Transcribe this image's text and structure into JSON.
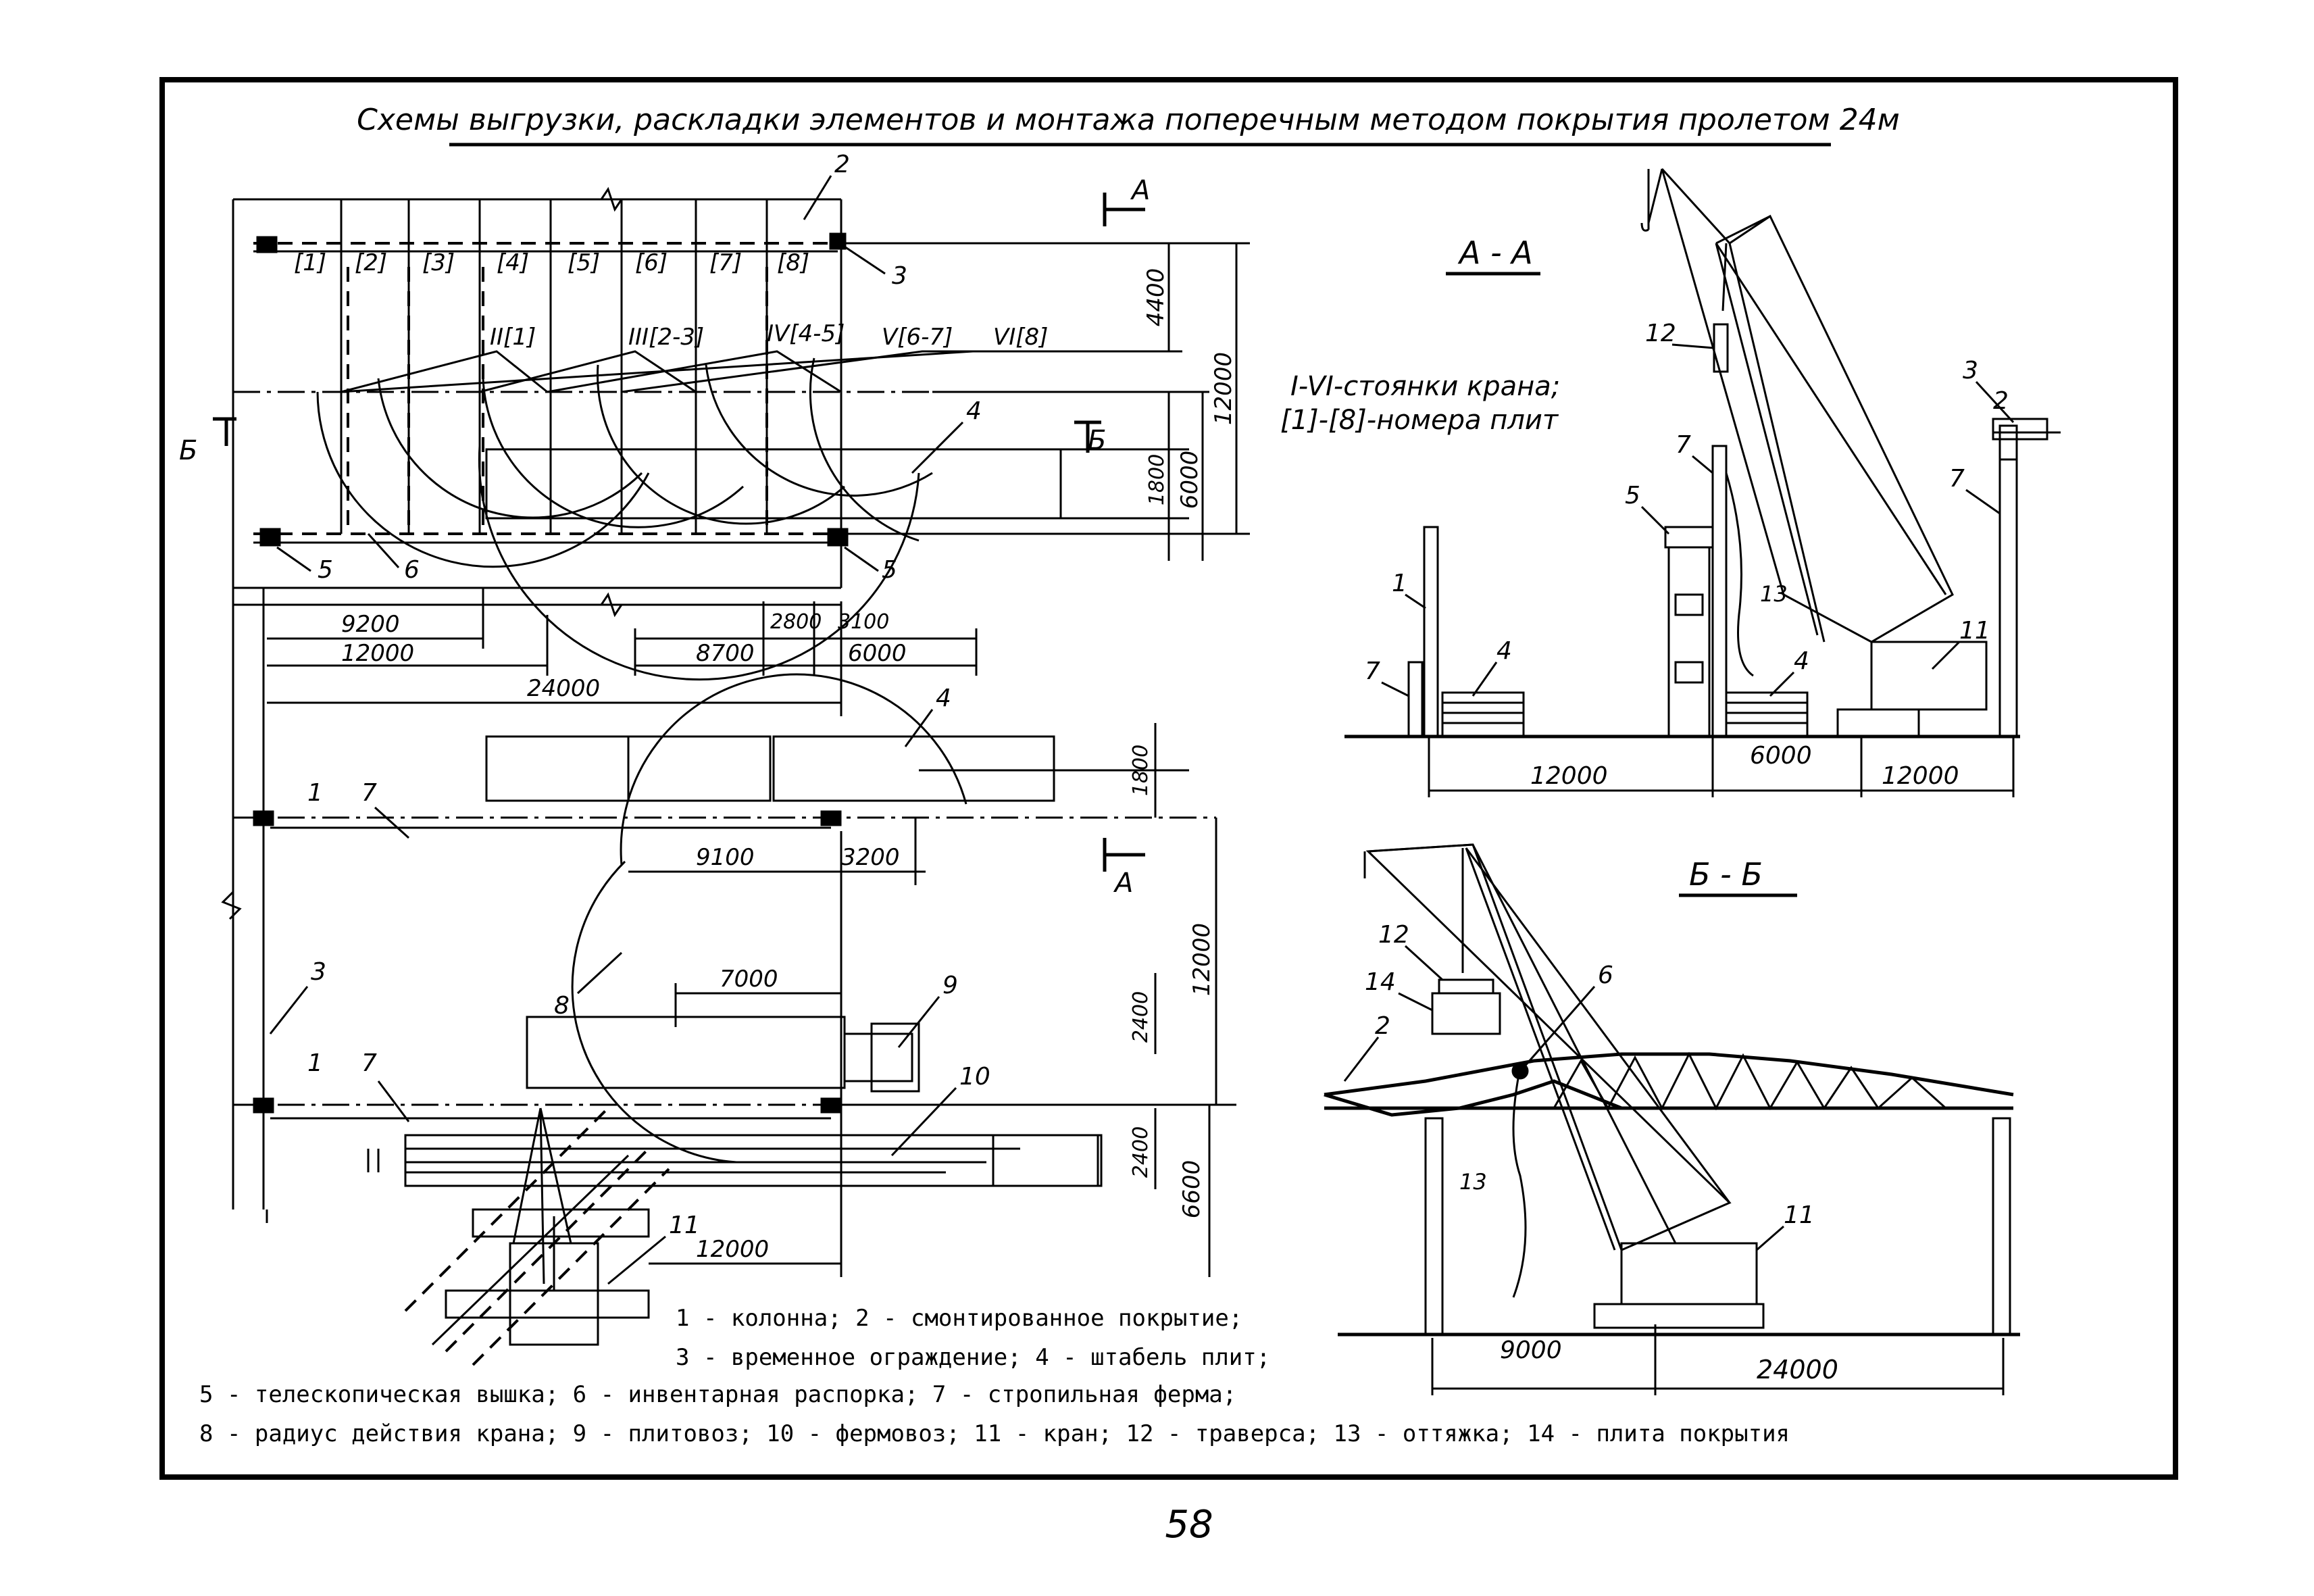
{
  "title": "Схемы выгрузки, раскладки элементов и монтажа поперечным методом покрытия пролетом 24м",
  "page_number": "58",
  "plan": {
    "plate_numbers": [
      "[1]",
      "[2]",
      "[3]",
      "[4]",
      "[5]",
      "[6]",
      "[7]",
      "[8]"
    ],
    "crane_stands": [
      "II[1]",
      "III[2-3]",
      "IV[4-5]",
      "V[6-7]",
      "VI[8]"
    ],
    "dims_right_top": [
      "4400",
      "12000",
      "1800",
      "6000"
    ],
    "dims_bottom_top": [
      "9200",
      "12000",
      "24000",
      "2800",
      "3100",
      "8700",
      "6000"
    ],
    "dims_lower": [
      "1800",
      "9100",
      "3200",
      "12000",
      "7000",
      "2400",
      "2400",
      "6600",
      "12000"
    ],
    "section_marks": [
      "А",
      "А",
      "Б",
      "Б"
    ],
    "callouts": [
      "1",
      "1",
      "2",
      "3",
      "3",
      "4",
      "4",
      "5",
      "5",
      "6",
      "7",
      "7",
      "8",
      "9",
      "10",
      "11"
    ]
  },
  "section_aa": {
    "title": "А - А",
    "note_line1": "I-VI-стоянки крана;",
    "note_line2": "[1]-[8]-номера плит",
    "dims": [
      "12000",
      "6000",
      "12000"
    ],
    "callouts": [
      "1",
      "7",
      "4",
      "5",
      "7",
      "12",
      "13",
      "4",
      "11",
      "3",
      "2",
      "7"
    ]
  },
  "section_bb": {
    "title": "Б - Б",
    "dims": [
      "9000",
      "24000"
    ],
    "callouts": [
      "12",
      "14",
      "2",
      "6",
      "13",
      "11"
    ]
  },
  "legend": {
    "line1": "1 - колонна; 2 - смонтированное покрытие;",
    "line2": "3 - временное ограждение; 4 - штабель плит;",
    "line3": "5 - телескопическая вышка; 6 - инвентарная распорка; 7 - стропильная ферма;",
    "line4": "8 - радиус действия крана; 9 - плитовоз; 10 - фермовоз; 11 - кран; 12 - траверса; 13 - оттяжка; 14 - плита покрытия"
  }
}
